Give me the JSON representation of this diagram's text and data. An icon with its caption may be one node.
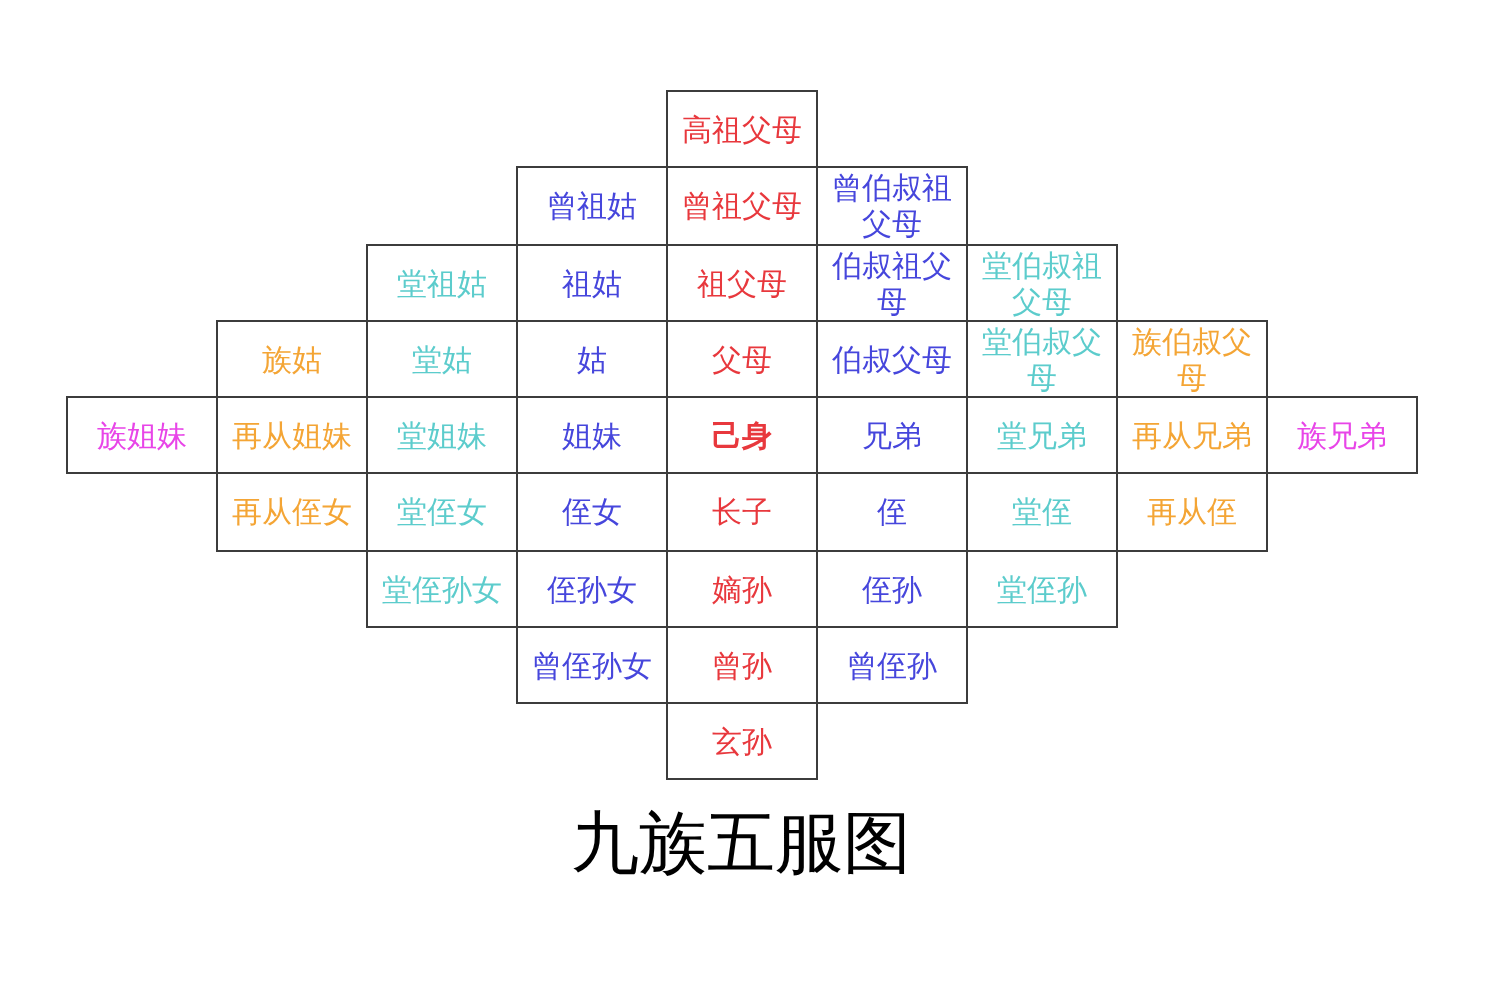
{
  "diagram": {
    "title": "九族五服图",
    "nodes": [
      {
        "text": [
          "高祖父母"
        ]
      },
      {
        "text": [
          "曾祖姑"
        ]
      },
      {
        "text": [
          "曾祖父母"
        ]
      },
      {
        "text": [
          "曾伯叔祖父母"
        ]
      },
      {
        "text": [
          "堂祖姑"
        ]
      },
      {
        "text": [
          "祖姑"
        ]
      },
      {
        "text": [
          "祖父母"
        ]
      },
      {
        "text": [
          "伯叔祖父母"
        ]
      },
      {
        "text": [
          "堂伯叔祖父母"
        ]
      },
      {
        "text": [
          "族姑"
        ]
      },
      {
        "text": [
          "堂姑"
        ]
      },
      {
        "text": [
          "姑"
        ]
      },
      {
        "text": [
          "父母"
        ]
      },
      {
        "text": [
          "伯叔父母"
        ]
      },
      {
        "text": [
          "堂伯叔父母"
        ]
      },
      {
        "text": [
          "族伯叔父母"
        ]
      },
      {
        "text": [
          "族姐妹"
        ]
      },
      {
        "text": [
          "再从姐妹"
        ]
      },
      {
        "text": [
          "堂姐妹"
        ]
      },
      {
        "text": [
          "姐妹"
        ]
      },
      {
        "text": [
          "己身"
        ]
      },
      {
        "text": [
          "兄弟"
        ]
      },
      {
        "text": [
          "堂兄弟"
        ]
      },
      {
        "text": [
          "再从兄弟"
        ]
      },
      {
        "text": [
          "族兄弟"
        ]
      },
      {
        "text": [
          "再从侄女"
        ]
      },
      {
        "text": [
          "堂侄女"
        ]
      },
      {
        "text": [
          "侄女"
        ]
      },
      {
        "text": [
          "长子"
        ]
      },
      {
        "text": [
          "侄"
        ]
      },
      {
        "text": [
          "堂侄"
        ]
      },
      {
        "text": [
          "再从侄"
        ]
      },
      {
        "text": [
          "堂侄孙女"
        ]
      },
      {
        "text": [
          "侄孙女"
        ]
      },
      {
        "text": [
          "嫡孙"
        ]
      },
      {
        "text": [
          "侄孙"
        ]
      },
      {
        "text": [
          "堂侄孙"
        ]
      },
      {
        "text": [
          "曾侄孙女"
        ]
      },
      {
        "text": [
          "曾孙"
        ]
      },
      {
        "text": [
          "曾侄孙"
        ]
      },
      {
        "text": [
          "玄孙"
        ]
      }
    ]
  }
}
